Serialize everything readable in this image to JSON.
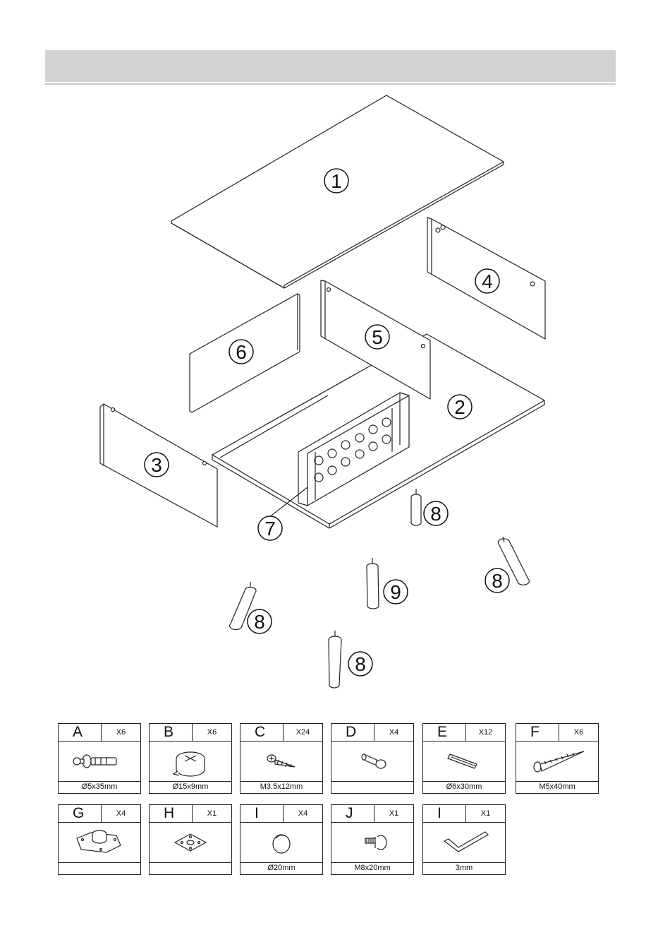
{
  "parts": [
    {
      "number": "1"
    },
    {
      "number": "2"
    },
    {
      "number": "3"
    },
    {
      "number": "4"
    },
    {
      "number": "5"
    },
    {
      "number": "6"
    },
    {
      "number": "7"
    },
    {
      "number": "8"
    },
    {
      "number": "9"
    }
  ],
  "leg_labels": [
    "8",
    "8",
    "8",
    "8",
    "9"
  ],
  "hardware": [
    {
      "letter": "A",
      "qty": "X6",
      "spec": "Ø5x35mm",
      "icon": "cam-bolt-icon"
    },
    {
      "letter": "B",
      "qty": "X6",
      "spec": "Ø15x9mm",
      "icon": "cam-lock-icon"
    },
    {
      "letter": "C",
      "qty": "X24",
      "spec": "M3.5x12mm",
      "icon": "wood-screw-icon"
    },
    {
      "letter": "D",
      "qty": "X4",
      "spec": "",
      "icon": "shelf-pin-icon"
    },
    {
      "letter": "E",
      "qty": "X12",
      "spec": "Ø6x30mm",
      "icon": "wood-dowel-icon"
    },
    {
      "letter": "F",
      "qty": "X6",
      "spec": "M5x40mm",
      "icon": "confirmat-screw-icon"
    },
    {
      "letter": "G",
      "qty": "X4",
      "spec": "",
      "icon": "leg-mounting-plate-icon"
    },
    {
      "letter": "H",
      "qty": "X1",
      "spec": "",
      "icon": "square-mounting-plate-icon"
    },
    {
      "letter": "I",
      "qty": "X4",
      "spec": "Ø20mm",
      "icon": "cover-cap-icon"
    },
    {
      "letter": "J",
      "qty": "X1",
      "spec": "M8x20mm",
      "icon": "leg-bolt-icon"
    },
    {
      "letter": "I",
      "qty": "X1",
      "spec": "3mm",
      "icon": "allen-key-icon"
    }
  ]
}
